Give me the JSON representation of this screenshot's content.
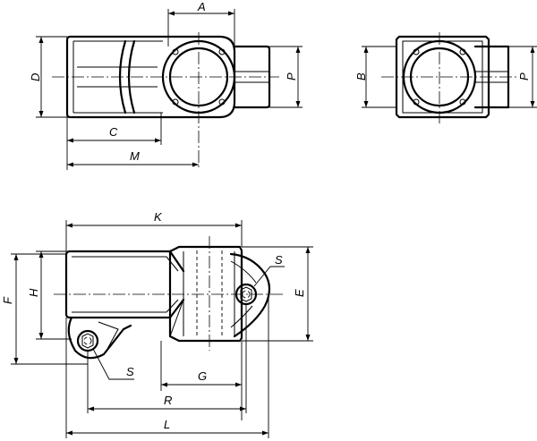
{
  "dimension_labels": {
    "A": "A",
    "D": "D",
    "P_top": "P",
    "C": "C",
    "M": "M",
    "B": "B",
    "P_side": "P",
    "K": "K",
    "S_top": "S",
    "F": "F",
    "H": "H",
    "E": "E",
    "S_bottom": "S",
    "G": "G",
    "R": "R",
    "L": "L"
  }
}
